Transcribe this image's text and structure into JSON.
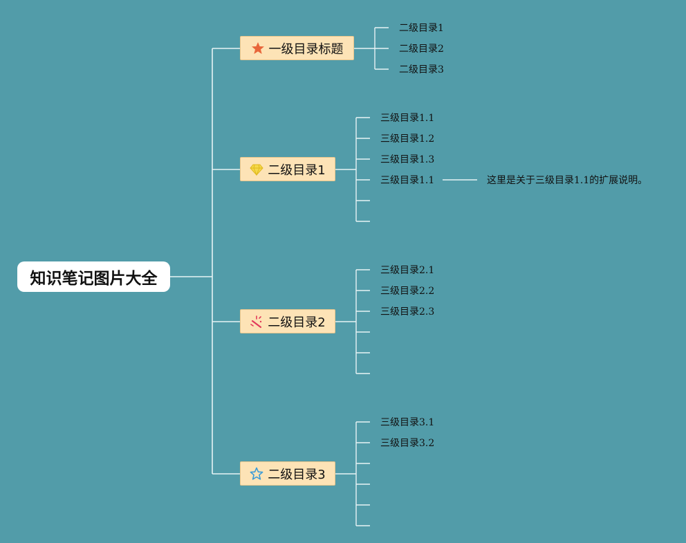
{
  "root": {
    "label": "知识笔记图片大全"
  },
  "branches": [
    {
      "label": "一级目录标题",
      "icon": "star-filled-icon",
      "children": [
        "二级目录1",
        "二级目录2",
        "二级目录3"
      ]
    },
    {
      "label": "二级目录1",
      "icon": "diamond-icon",
      "children": [
        "三级目录1.1",
        "三级目录1.2",
        "三级目录1.3",
        "三级目录1.1",
        "",
        ""
      ],
      "note": "这里是关于三级目录1.1的扩展说明。"
    },
    {
      "label": "二级目录2",
      "icon": "magic-wand-icon",
      "children": [
        "三级目录2.1",
        "三级目录2.2",
        "三级目录2.3",
        "",
        "",
        ""
      ]
    },
    {
      "label": "二级目录3",
      "icon": "star-outline-icon",
      "children": [
        "三级目录3.1",
        "三级目录3.2",
        "",
        "",
        "",
        ""
      ]
    }
  ],
  "colors": {
    "background": "#529ca9",
    "node_fill": "#fde3b6",
    "connector": "#e8f3f5",
    "star_filled": "#e8663a",
    "diamond": "#f5d94a",
    "wand": "#e23a5a",
    "star_outline": "#3a9bd8"
  }
}
